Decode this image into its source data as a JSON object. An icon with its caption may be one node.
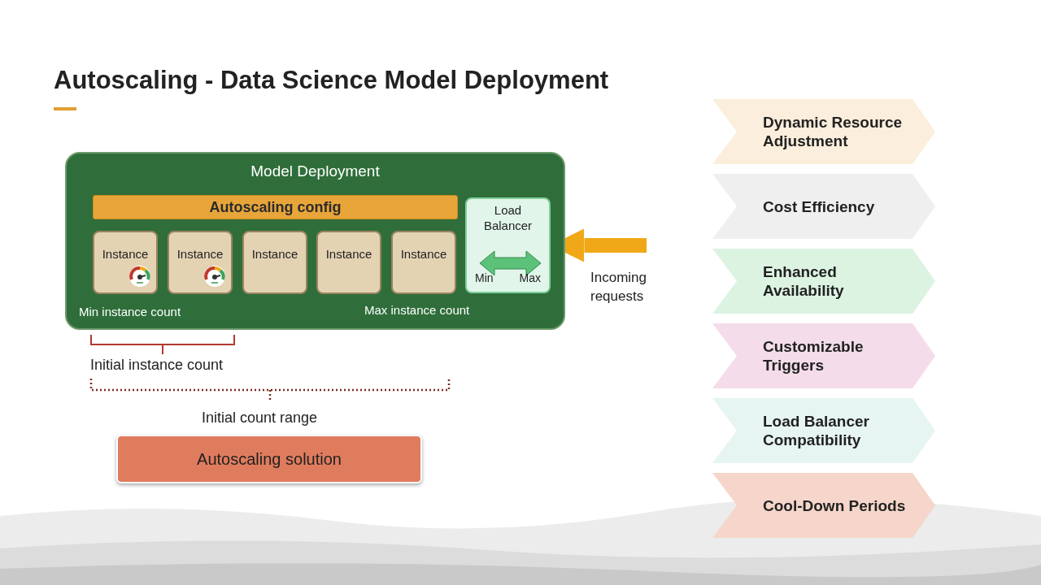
{
  "diagram": {
    "title": "Autoscaling - Data Science Model Deployment",
    "nodes": [
      {
        "text": [
          "Model Deployment"
        ]
      },
      {
        "text": [
          "Autoscaling config"
        ],
        "in": 0
      },
      {
        "text": [
          "Instance"
        ],
        "in": 0
      },
      {
        "text": [
          "Instance"
        ],
        "in": 0
      },
      {
        "text": [
          "Instance"
        ],
        "in": 0
      },
      {
        "text": [
          "Instance"
        ],
        "in": 0
      },
      {
        "text": [
          "Instance"
        ],
        "in": 0
      },
      {
        "text": [
          "Load Balancer",
          "Min",
          "Max"
        ],
        "in": 0
      },
      {
        "text": [
          "Autoscaling solution"
        ]
      },
      {
        "text": [
          "Dynamic Resource Adjustment"
        ]
      },
      {
        "text": [
          "Cost Efficiency"
        ]
      },
      {
        "text": [
          "Enhanced Availability"
        ]
      },
      {
        "text": [
          "Customizable Triggers"
        ]
      },
      {
        "text": [
          "Load Balancer Compatibility"
        ]
      },
      {
        "text": [
          "Cool-Down Periods"
        ]
      }
    ],
    "edges": [
      {
        "from": null,
        "to": 7,
        "arrow": "to"
      }
    ],
    "labels": [
      "Min instance count",
      "Max instance count",
      "Incoming requests",
      "Initial instance count",
      "Initial count range"
    ]
  }
}
